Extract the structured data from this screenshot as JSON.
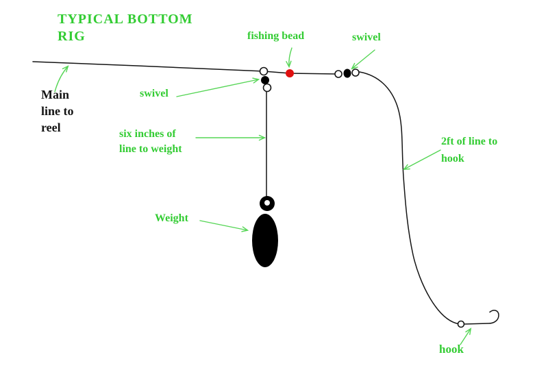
{
  "title": {
    "line1": "TYPICAL BOTTOM",
    "line2": "RIG"
  },
  "labels": {
    "main_line": {
      "line1": "Main",
      "line2": "line to",
      "line3": "reel"
    },
    "swivel_left": "swivel",
    "six_inches": {
      "line1": "six inches of",
      "line2": "line to weight"
    },
    "weight": "Weight",
    "fishing_bead": "fishing bead",
    "swivel_top": "swivel",
    "two_ft": {
      "line1": "2ft of line to",
      "line2": "hook"
    },
    "hook": "hook"
  },
  "colors": {
    "label_green": "#33cc33",
    "arrow_green": "#55d555",
    "bead_red": "#e01010",
    "line_black": "#141414",
    "background": "#ffffff"
  }
}
